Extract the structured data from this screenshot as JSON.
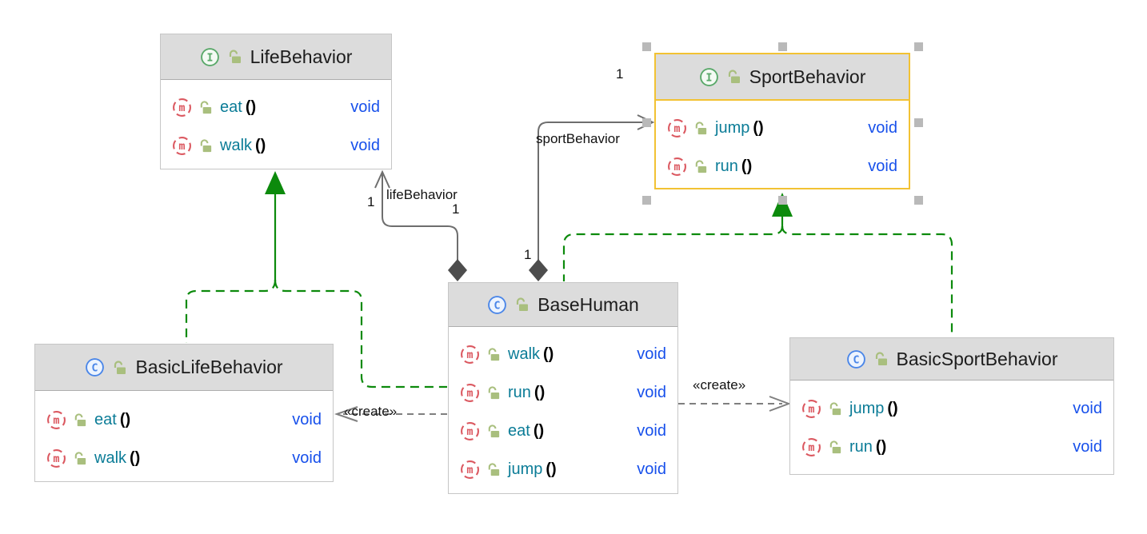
{
  "diagram": {
    "classes": [
      {
        "name": "LifeBehavior",
        "kind": "interface",
        "methods": [
          {
            "name": "eat",
            "parens": "()",
            "returns": "void"
          },
          {
            "name": "walk",
            "parens": "()",
            "returns": "void"
          }
        ]
      },
      {
        "name": "SportBehavior",
        "kind": "interface",
        "selected": true,
        "methods": [
          {
            "name": "jump",
            "parens": "()",
            "returns": "void"
          },
          {
            "name": "run",
            "parens": "()",
            "returns": "void"
          }
        ]
      },
      {
        "name": "BaseHuman",
        "kind": "class",
        "methods": [
          {
            "name": "walk",
            "parens": "()",
            "returns": "void"
          },
          {
            "name": "run",
            "parens": "()",
            "returns": "void"
          },
          {
            "name": "eat",
            "parens": "()",
            "returns": "void"
          },
          {
            "name": "jump",
            "parens": "()",
            "returns": "void"
          }
        ]
      },
      {
        "name": "BasicLifeBehavior",
        "kind": "class",
        "methods": [
          {
            "name": "eat",
            "parens": "()",
            "returns": "void"
          },
          {
            "name": "walk",
            "parens": "()",
            "returns": "void"
          }
        ]
      },
      {
        "name": "BasicSportBehavior",
        "kind": "class",
        "methods": [
          {
            "name": "jump",
            "parens": "()",
            "returns": "void"
          },
          {
            "name": "run",
            "parens": "()",
            "returns": "void"
          }
        ]
      }
    ],
    "edges": {
      "life_field_label": "lifeBehavior",
      "life_target_mult": "1",
      "life_source_mult": "1",
      "sport_field_label": "sportBehavior",
      "sport_target_mult": "1",
      "sport_source_mult": "1",
      "create_left_label": "«create»",
      "create_right_label": "«create»"
    },
    "icons": {
      "interface": "interface-icon",
      "class": "class-icon",
      "method": "method-icon",
      "lock": "unlocked-lock-icon"
    },
    "colors": {
      "header_bg": "#dcdcdc",
      "selection": "#f2c233",
      "realization_green": "#0c8a0c",
      "association_gray": "#6e6e6e",
      "method_name_teal": "#0b7c97",
      "return_type_blue": "#1750eb",
      "method_icon_red": "#db5860",
      "interface_icon_green": "#59a869",
      "class_icon_blue": "#4a86e8"
    }
  }
}
